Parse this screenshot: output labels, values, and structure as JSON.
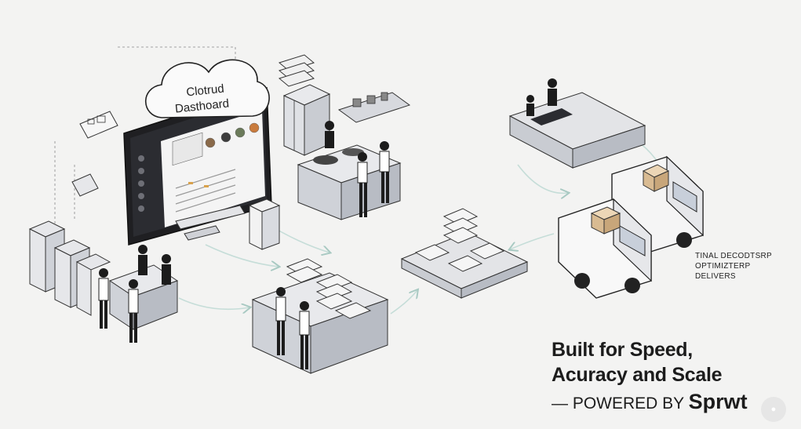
{
  "cloud": {
    "line1": "Clotrud",
    "line2": "Dasthoard"
  },
  "route_label": {
    "line1": "TINAL DECODTSRP",
    "line2": "OPTIMIZTERP",
    "line3": "DELIVERS"
  },
  "headline": {
    "line1": "Built for Speed,",
    "line2": "Acuracy and Scale",
    "line3_prefix": "— POWERED BY",
    "brand": "Sprwt"
  },
  "colors": {
    "background": "#f3f3f2",
    "ink": "#1c1c1c",
    "steel": "#d9dbe0",
    "steel_dark": "#b8bcc4",
    "accent_blue": "#5a7fc4",
    "cardboard": "#e0c6a2",
    "flow_arrow": "#c5ddd8"
  },
  "icons": [
    "cloud-icon",
    "monitor-icon",
    "van-icon",
    "box-icon",
    "food-tray-icon",
    "chef-icon"
  ]
}
